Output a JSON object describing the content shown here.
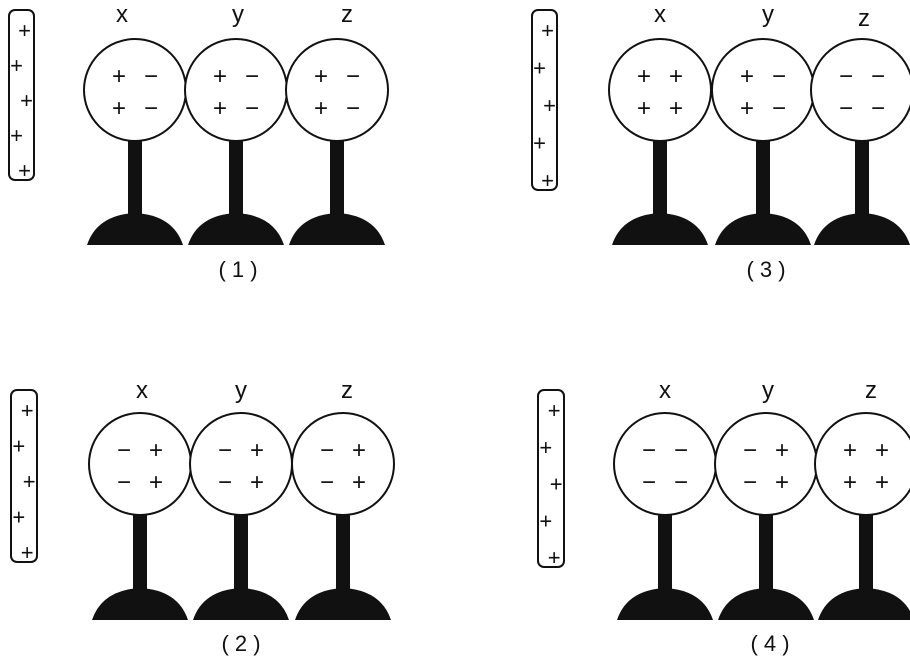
{
  "colors": {
    "ink": "#111111",
    "paper": "#ffffff"
  },
  "sphere_labels": [
    "x",
    "y",
    "z"
  ],
  "rod_charge": "+",
  "panels": [
    {
      "caption": "( 1 )",
      "spheres": [
        [
          "+",
          "−",
          "+",
          "−"
        ],
        [
          "+",
          "−",
          "+",
          "−"
        ],
        [
          "+",
          "−",
          "+",
          "−"
        ]
      ]
    },
    {
      "caption": "( 3 )",
      "spheres": [
        [
          "+",
          "+",
          "+",
          "+"
        ],
        [
          "+",
          "−",
          "+",
          "−"
        ],
        [
          "−",
          "−",
          "−",
          "−"
        ]
      ]
    },
    {
      "caption": "( 2 )",
      "spheres": [
        [
          "−",
          "+",
          "−",
          "+"
        ],
        [
          "−",
          "+",
          "−",
          "+"
        ],
        [
          "−",
          "+",
          "−",
          "+"
        ]
      ]
    },
    {
      "caption": "( 4 )",
      "spheres": [
        [
          "−",
          "−",
          "−",
          "−"
        ],
        [
          "−",
          "+",
          "−",
          "+"
        ],
        [
          "+",
          "+",
          "+",
          "+"
        ]
      ]
    }
  ]
}
